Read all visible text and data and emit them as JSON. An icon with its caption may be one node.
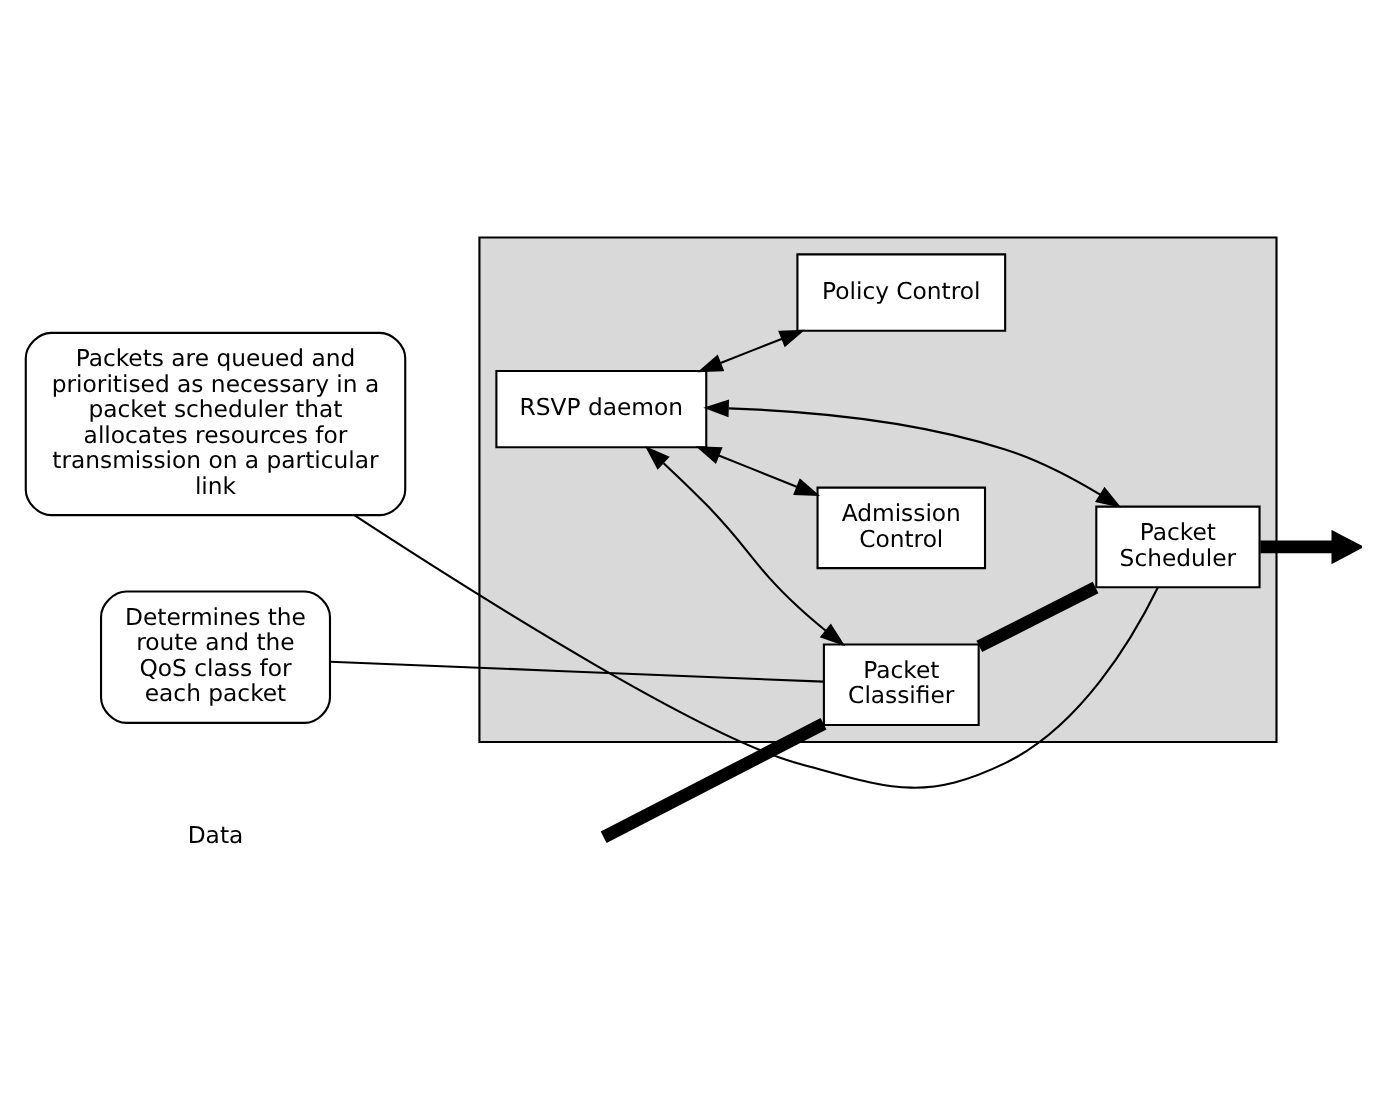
{
  "diagram": {
    "nodes": [
      {
        "text": [],
        "shape": "box"
      },
      {
        "text": [
          "RSVP daemon"
        ],
        "in": 0
      },
      {
        "text": [
          "Policy Control"
        ],
        "in": 0
      },
      {
        "text": [
          "Admission Control"
        ],
        "in": 0
      },
      {
        "text": [
          "Packet Classifier"
        ],
        "in": 0
      },
      {
        "text": [
          "Packet Scheduler"
        ],
        "in": 0
      },
      {
        "text": [
          "Determines the route and the QoS class for each packet"
        ]
      },
      {
        "text": [
          "Packets are queued and prioritised as necessary in a packet scheduler that allocates resources for transmission on a particular link"
        ]
      }
    ],
    "edges": [
      {
        "from": 1,
        "to": 2,
        "arrow": "both"
      },
      {
        "from": 1,
        "to": 3,
        "arrow": "both"
      },
      {
        "from": 1,
        "to": 4,
        "arrow": "both"
      },
      {
        "from": 1,
        "to": 5,
        "arrow": "both"
      },
      {
        "from": null,
        "to": 4,
        "arrow": "none",
        "style": "thick"
      },
      {
        "from": 4,
        "to": 5,
        "arrow": "none",
        "style": "thick"
      },
      {
        "from": 5,
        "to": null,
        "arrow": "to",
        "style": "thick"
      },
      {
        "from": 6,
        "to": 4,
        "arrow": "none"
      },
      {
        "from": 7,
        "to": 5,
        "arrow": "none"
      }
    ],
    "labels": [
      "Data"
    ]
  }
}
